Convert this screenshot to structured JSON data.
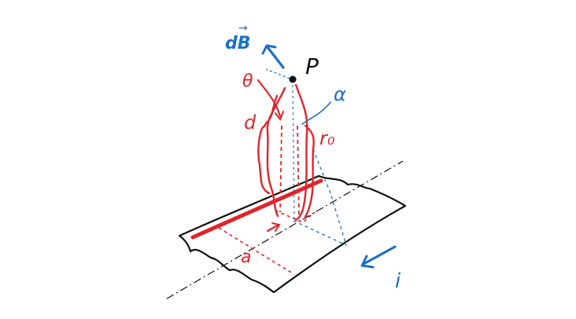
{
  "labels": {
    "db": "dB",
    "p": "P",
    "theta": "θ",
    "alpha": "α",
    "d": "d",
    "r0": "r₀",
    "a": "a",
    "i": "i"
  },
  "colors": {
    "ink": "#111111",
    "red": "#e0242b",
    "blue": "#1f6fc4",
    "background": "#ffffff"
  }
}
